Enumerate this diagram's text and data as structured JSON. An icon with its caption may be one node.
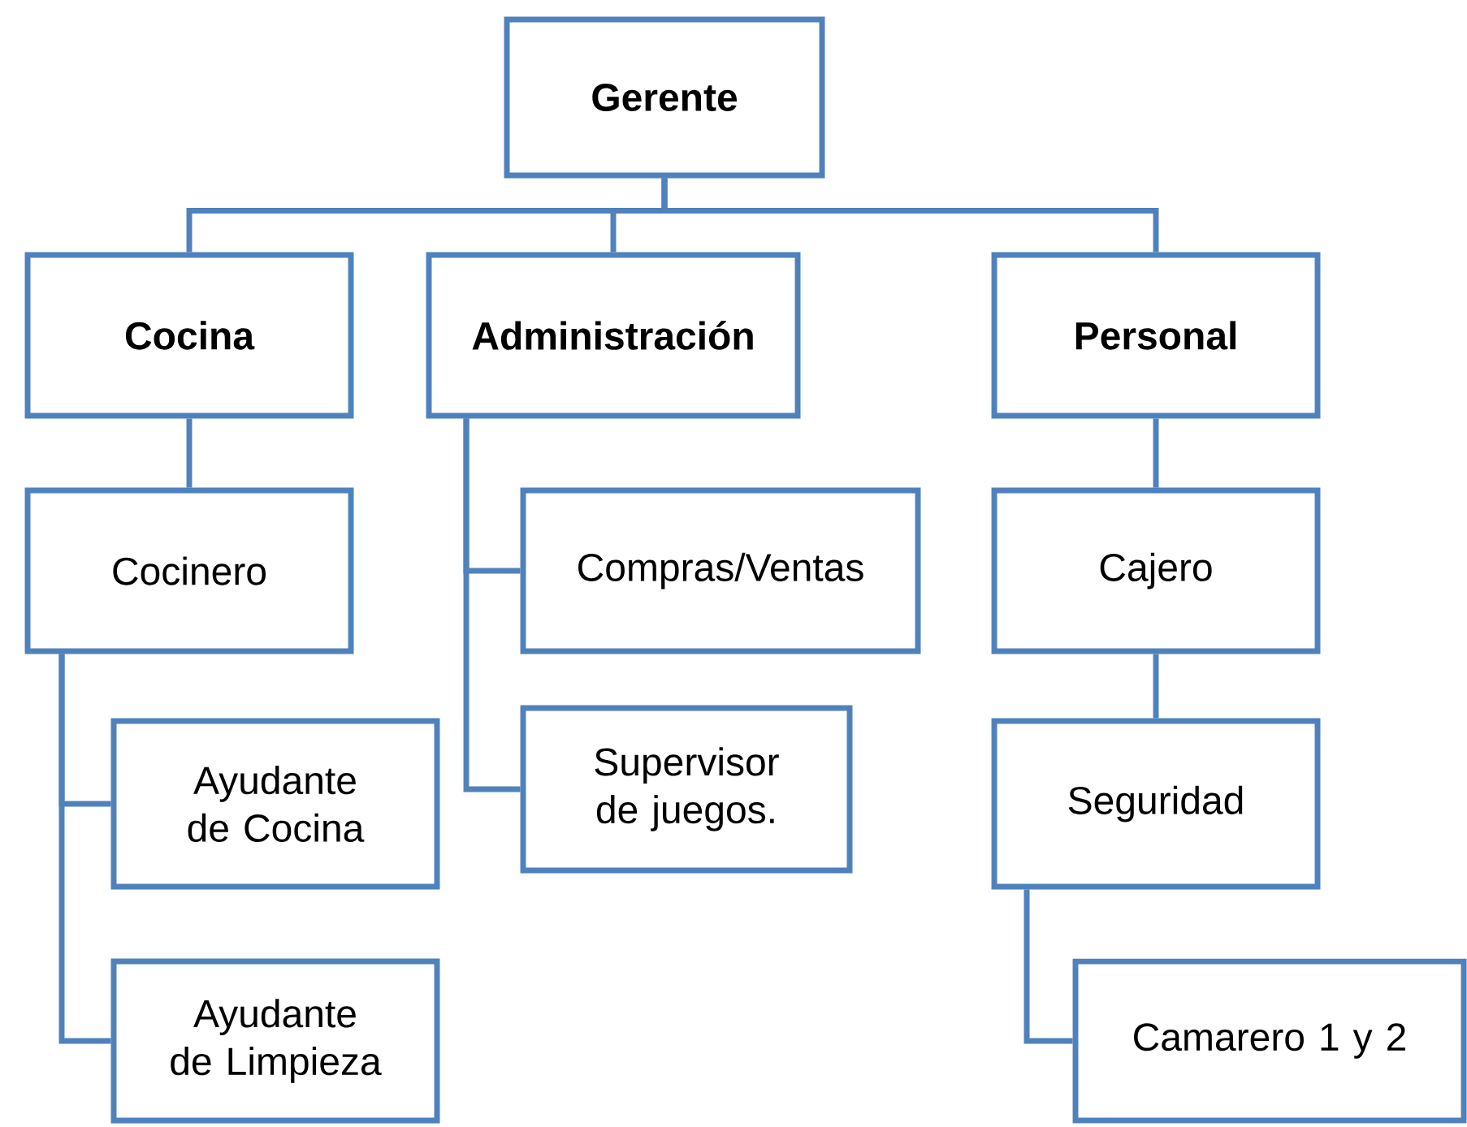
{
  "diagram": {
    "nodes": [
      {
        "text": [
          "Gerente"
        ]
      },
      {
        "text": [
          "Cocina"
        ]
      },
      {
        "text": [
          "Administración"
        ]
      },
      {
        "text": [
          "Personal"
        ]
      },
      {
        "text": [
          "Cocinero"
        ]
      },
      {
        "text": [
          "Compras/Ventas"
        ]
      },
      {
        "text": [
          "Cajero"
        ]
      },
      {
        "text": [
          "Ayudante de Cocina"
        ]
      },
      {
        "text": [
          "Supervisor de juegos."
        ]
      },
      {
        "text": [
          "Seguridad"
        ]
      },
      {
        "text": [
          "Ayudante de Limpieza"
        ]
      },
      {
        "text": [
          "Camarero 1 y 2"
        ]
      }
    ],
    "edges": [
      {
        "from": 0,
        "to": 1,
        "arrow": "none"
      },
      {
        "from": 0,
        "to": 2,
        "arrow": "none"
      },
      {
        "from": 0,
        "to": 3,
        "arrow": "none"
      },
      {
        "from": 1,
        "to": 4,
        "arrow": "none"
      },
      {
        "from": 2,
        "to": 5,
        "arrow": "none"
      },
      {
        "from": 2,
        "to": 8,
        "arrow": "none"
      },
      {
        "from": 3,
        "to": 6,
        "arrow": "none"
      },
      {
        "from": 4,
        "to": 7,
        "arrow": "none"
      },
      {
        "from": 4,
        "to": 10,
        "arrow": "none"
      },
      {
        "from": 6,
        "to": 9,
        "arrow": "none"
      },
      {
        "from": 9,
        "to": 11,
        "arrow": "none"
      }
    ]
  }
}
